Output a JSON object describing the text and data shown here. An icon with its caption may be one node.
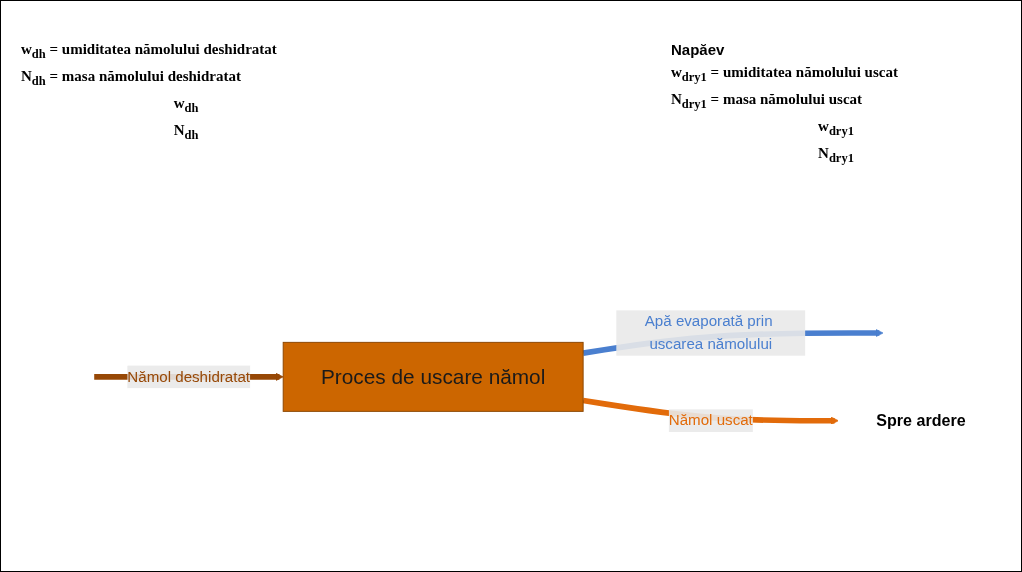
{
  "diagram": {
    "nodes": [
      {
        "text": [
          "Proces de uscare nămol"
        ]
      },
      {
        "text": [
          "Spre ardere"
        ]
      }
    ],
    "edges": [
      {
        "from": null,
        "to": 0,
        "arrow": "to",
        "label": "Nămol deshidratat",
        "color": "#974806"
      },
      {
        "from": 0,
        "to": null,
        "arrow": "to",
        "label": "Apă evaporată prin uscarea nămolului",
        "color": "#4a7fcf"
      },
      {
        "from": 0,
        "to": 1,
        "arrow": "to",
        "label": "Nămol uscat",
        "color": "#e26b0a"
      }
    ],
    "labels": [
      "Napăev",
      "w$_{dh}$ = umiditatea nămolului deshidratat",
      "N$_{dh}$ = masa nămolului deshidratat",
      "w$_{dry1}$ = umiditatea nămolului uscat",
      "N$_{dry1}$ = masa nămolului uscat",
      "w$_{dh}$",
      "N$_{dh}$",
      "w$_{dry1}$",
      "N$_{dry1}$"
    ]
  }
}
